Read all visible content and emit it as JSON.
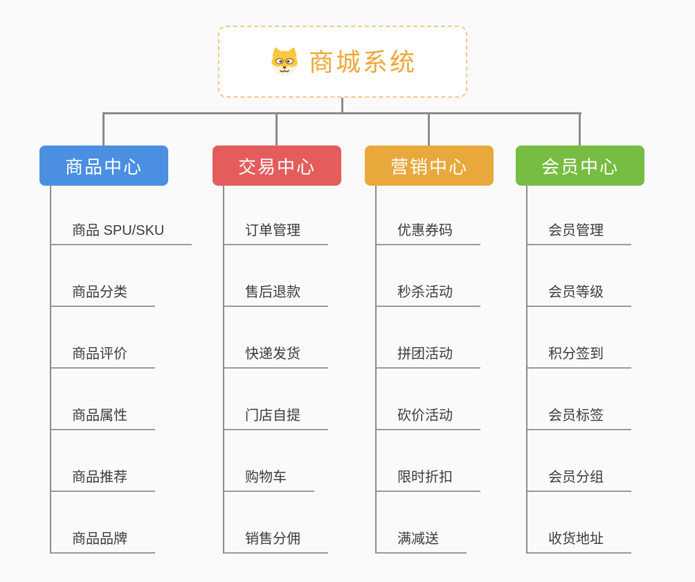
{
  "root": {
    "title": "商城系统",
    "icon": "shiba-dog-icon"
  },
  "branches": [
    {
      "label": "商品中心",
      "color": "#4B8FE2",
      "items": [
        "商品 SPU/SKU",
        "商品分类",
        "商品评价",
        "商品属性",
        "商品推荐",
        "商品品牌"
      ]
    },
    {
      "label": "交易中心",
      "color": "#E45C5C",
      "items": [
        "订单管理",
        "售后退款",
        "快递发货",
        "门店自提",
        "购物车",
        "销售分佣"
      ]
    },
    {
      "label": "营销中心",
      "color": "#E9A83C",
      "items": [
        "优惠券码",
        "秒杀活动",
        "拼团活动",
        "砍价活动",
        "限时折扣",
        "满减送"
      ]
    },
    {
      "label": "会员中心",
      "color": "#77BD43",
      "items": [
        "会员管理",
        "会员等级",
        "积分签到",
        "会员标签",
        "会员分组",
        "收货地址"
      ]
    }
  ],
  "colors": {
    "background": "#FAFAFA",
    "connector": "#8B8B8B",
    "item_underline": "#9A9A9A",
    "item_text": "#3B3B3B",
    "root_text": "#F0A73A",
    "root_border": "#F3C983"
  }
}
